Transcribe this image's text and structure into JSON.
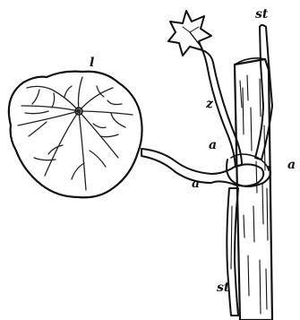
{
  "labels": {
    "leaf": "l",
    "stem_top": "st",
    "stem_bottom": "st",
    "z": "z",
    "a_upper": "a",
    "a_right": "a",
    "a_lower": "a"
  }
}
